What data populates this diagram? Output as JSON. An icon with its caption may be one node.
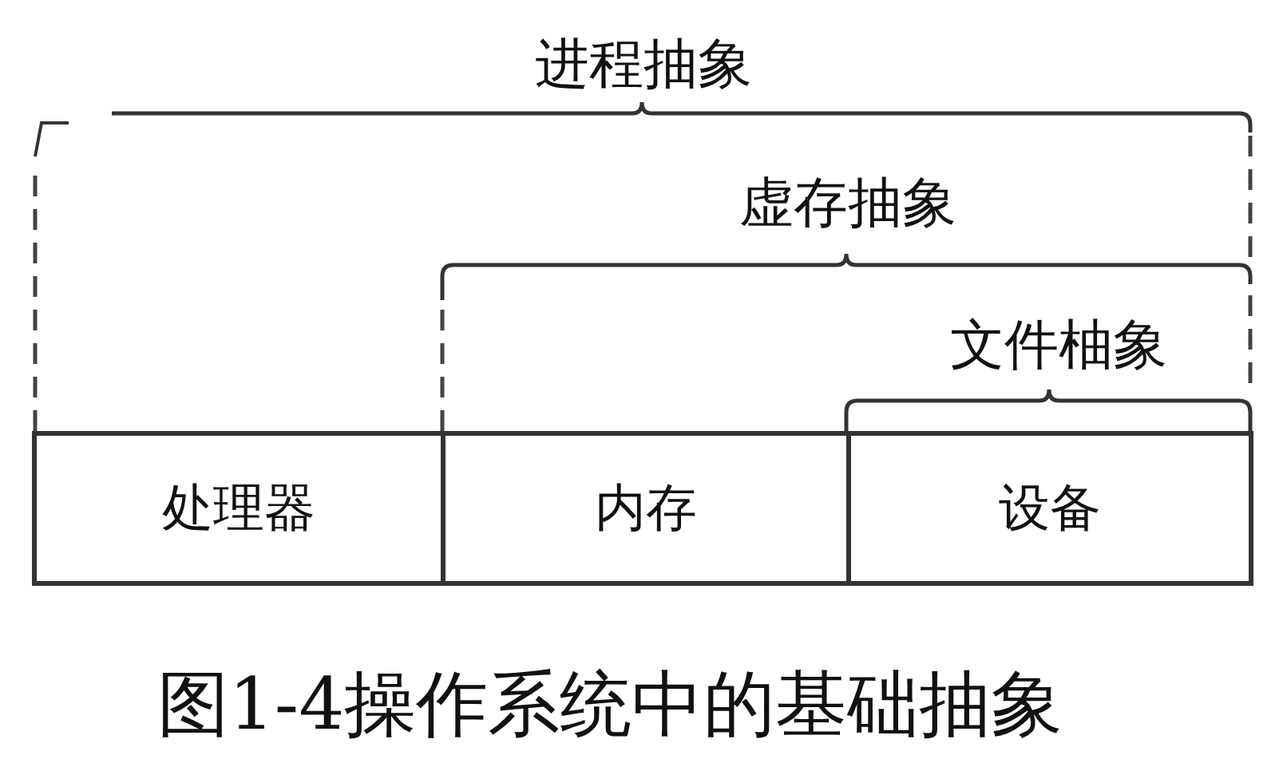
{
  "diagram": {
    "caption": "图1-4操作系统中的基础抽象",
    "nodes": [
      {
        "text": [
          "处理器"
        ]
      },
      {
        "text": [
          "内存"
        ]
      },
      {
        "text": [
          "设备"
        ]
      }
    ],
    "labels": [
      "进程抽象",
      "虚存抽象",
      "文件柚象"
    ]
  }
}
